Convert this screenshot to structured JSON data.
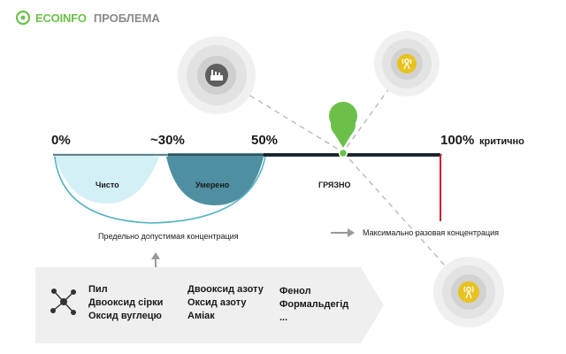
{
  "header": {
    "brand": "ECOINFO",
    "subtitle": "ПРОБЛЕМА",
    "brand_color": "#6cc04a"
  },
  "scale": {
    "labels": [
      "0%",
      "~30%",
      "50%"
    ],
    "label_100": "100%",
    "critical_label": "критично",
    "zones": {
      "clean": "Чисто",
      "moderate": "Умерено",
      "dirty": "ГРЯЗНО"
    },
    "pdk_caption": "Предельно допустимая концентрация",
    "max_caption": "Максимально разовая концентрация"
  },
  "pollutants": {
    "columns": [
      [
        "Пил",
        "Двооксид сірки",
        "Оксид вуглецю"
      ],
      [
        "Двооксид азоту",
        "Оксид азоту",
        "Аміак"
      ],
      [
        "Фенол",
        "Формальдегід",
        "..."
      ]
    ]
  },
  "icons": {
    "factory": "factory-icon",
    "sensor": "sensor-tower-icon",
    "molecule": "molecule-icon",
    "pin": "location-pin-icon"
  },
  "colors": {
    "green": "#6cc04a",
    "light_blue": "#cfeef6",
    "teal": "#4f8fa2",
    "red": "#cc1f2a",
    "yellow": "#e8c21e"
  }
}
